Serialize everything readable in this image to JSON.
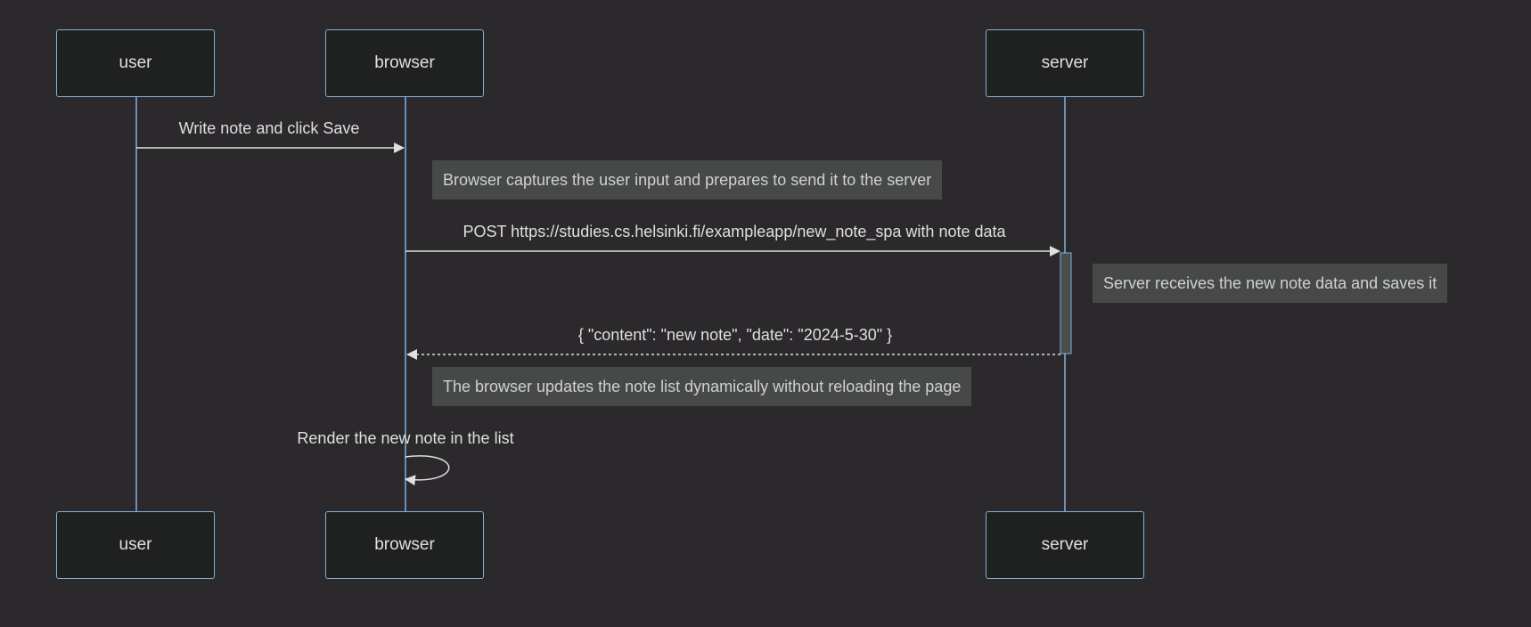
{
  "participants": {
    "user": "user",
    "browser": "browser",
    "server": "server"
  },
  "messages": {
    "m1": "Write note and click Save",
    "m2": "POST https://studies.cs.helsinki.fi/exampleapp/new_note_spa with note data",
    "m3": "{ \"content\": \"new note\", \"date\": \"2024-5-30\" }",
    "m4": "Render the new note in the list"
  },
  "notes": {
    "n1": "Browser captures the user input and prepares to send it to the server",
    "n2": "Server receives the new note data and saves it",
    "n3": "The browser updates the note list dynamically without reloading the page"
  },
  "colors": {
    "background": "#2b292c",
    "actor_fill": "#1f2020",
    "line": "#81b1db",
    "arrow": "#e0dfdf",
    "note_fill": "#474949",
    "text": "#e0dfdf"
  }
}
